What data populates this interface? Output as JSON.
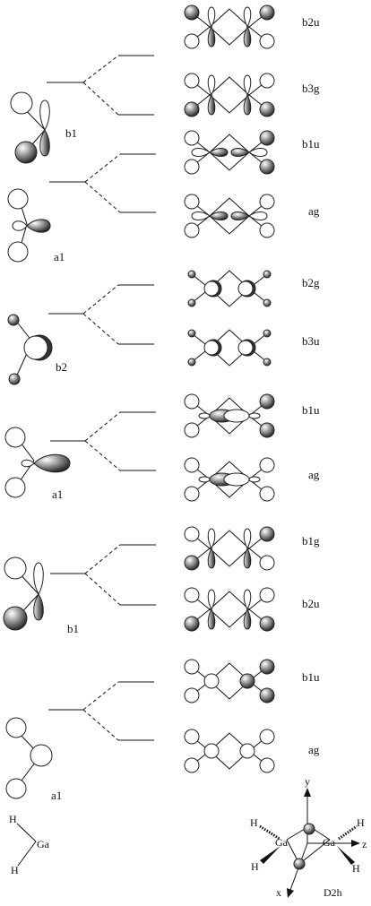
{
  "fragment_labels": [
    "b1",
    "a1",
    "b2",
    "a1",
    "b1",
    "a1"
  ],
  "mo_labels": [
    "b2u",
    "b3g",
    "b1u",
    "ag",
    "b2g",
    "b3u",
    "b1u",
    "ag",
    "b1g",
    "b2u",
    "b1u",
    "ag"
  ],
  "monomer": {
    "h_top": "H",
    "ga": "Ga",
    "h_bottom": "H"
  },
  "dimer": {
    "ga_left": "Ga",
    "ga_right": "Ga",
    "h_top_left": "H",
    "h_top_right": "H",
    "h_bottom_left": "H",
    "h_bottom_right": "H",
    "axis_y": "y",
    "axis_z": "z",
    "axis_x": "x",
    "point_group": "D2h"
  }
}
